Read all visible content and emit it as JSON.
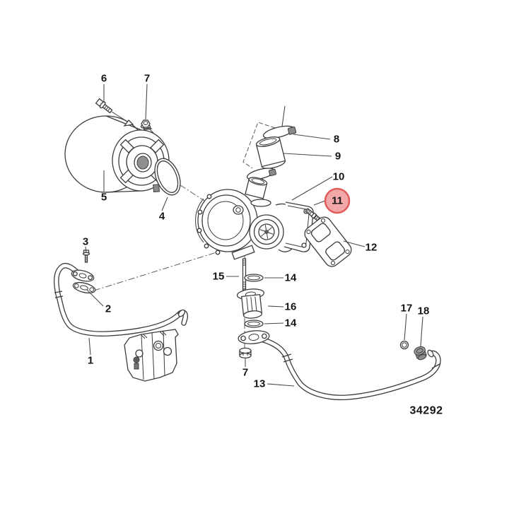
{
  "diagram": {
    "number": "34292",
    "background_color": "#ffffff",
    "line_color": "#3c3c3c",
    "highlight": {
      "part": "11",
      "fill": "#f2a8a8",
      "stroke": "#e15b5b"
    }
  },
  "labels": {
    "p1": "1",
    "p2": "2",
    "p3": "3",
    "p4": "4",
    "p5": "5",
    "p6": "6",
    "p7": "7",
    "p8": "8",
    "p9": "9",
    "p10": "10",
    "p11": "11",
    "p12": "12",
    "p13": "13",
    "p14": "14",
    "p15": "15",
    "p16": "16",
    "p17": "17",
    "p18": "18"
  },
  "visible_callouts": [
    "1",
    "2",
    "3",
    "4",
    "5",
    "6",
    "7",
    "7",
    "8",
    "9",
    "10",
    "11",
    "12",
    "13",
    "14",
    "14",
    "15",
    "16",
    "17",
    "18"
  ],
  "highlighted_callout": "11"
}
